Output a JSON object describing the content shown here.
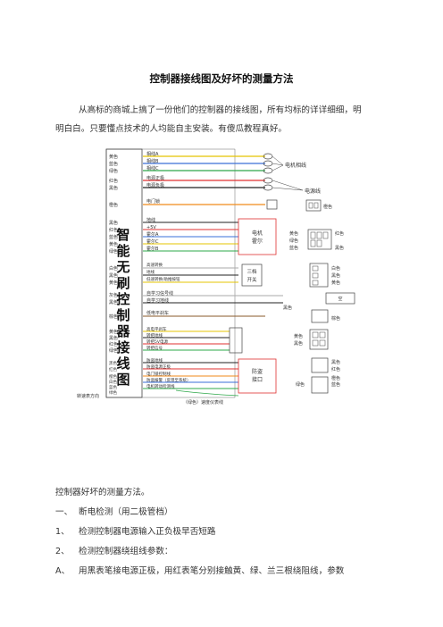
{
  "doc": {
    "title": "控制器接线图及好坏的测量方法",
    "intro_line1": "从高标的商城上搞了一份他们的控制器的接线图，所有均标的详详细细，明",
    "intro_line2": "明白白。只要懂点技术的人均能自主安装。有傻瓜教程真好。",
    "section_title": "控制器好坏的测量方法。",
    "s1_num": "一、",
    "s1_text": "断电检测（用二极管档）",
    "l1_num": "1、",
    "l1_text": "检测控制器电源输入正负极早否短路",
    "l2_num": "2、",
    "l2_text": "检测控制器绕组线参数：",
    "la_num": "A、",
    "la_text": "用黑表笔接电源正极，用红表笔分别接触黄、绿、兰三根绕阻线，参数"
  },
  "diagram": {
    "big_title": [
      "智",
      "能",
      "无",
      "刷",
      "控",
      "制",
      "器",
      "接",
      "线",
      "图"
    ],
    "motor_wires": {
      "colors": [
        "黄色",
        "蓝色",
        "绿色"
      ],
      "labels": [
        "相线A",
        "相线B",
        "相线C"
      ],
      "group_label": "电机相线"
    },
    "power": {
      "colors": [
        "红色",
        "黑色"
      ],
      "labels": [
        "电源正极",
        "电源负极"
      ],
      "group_label": "电源线"
    },
    "lock": {
      "color": "橙色",
      "label": "电门锁",
      "plug_color": "橙色"
    },
    "hall": {
      "colors": [
        "黑色",
        "红色",
        "蓝色",
        "黄色",
        "绿色"
      ],
      "labels": [
        "地线",
        "+5V",
        "霍尔A",
        "霍尔C",
        "霍尔B"
      ],
      "box_label_1": "电机",
      "box_label_2": "霍尔",
      "plug_left": [
        "黄色",
        "绿色",
        "蓝色"
      ],
      "plug_right_top": "红色",
      "plug_right_bottom": "黑色"
    },
    "speed": {
      "colors": [
        "白色",
        "黑色",
        "黄色"
      ],
      "labels": [
        "高速转换",
        "地线",
        "低速转换/助推按钮"
      ],
      "switch_1": "三档",
      "switch_2": "开关",
      "plug_colors": [
        "白色",
        "黑色",
        "黄色"
      ]
    },
    "learn": {
      "colors": [
        "灰色",
        "黑色"
      ],
      "labels": [
        "自学习信号线",
        "自学习地线"
      ],
      "plug_color": "黑色",
      "plug_label": "空"
    },
    "brake_low": {
      "color": "棕色",
      "label": "低电平刹车",
      "plug_color": "棕色"
    },
    "throttle": {
      "colors": [
        "黄色",
        "黑色",
        "红色",
        "绿色"
      ],
      "labels": [
        "高电平刹车",
        "转把地线",
        "转把5V电源",
        "转把信号"
      ],
      "plug_colors": [
        "黄色",
        "黑色"
      ]
    },
    "anti_theft": {
      "colors": [
        "黑色",
        "红色",
        "橙色",
        "白色",
        "蓝色",
        "绿色"
      ],
      "labels": [
        "防盗地线",
        "防盗电源正极",
        "电门锁控制线",
        "防盗报警（反馈至系统）",
        "电机转动检测线"
      ],
      "box_1": "防盗",
      "box_2": "接口",
      "plug_top": [
        "黑色",
        "红色"
      ],
      "plug_bottom": [
        "橙色",
        "蓝色",
        "绿色"
      ]
    },
    "speedometer": {
      "left_label": "转速表方向",
      "bottom_label": "（绿色）速度仪表线"
    }
  }
}
